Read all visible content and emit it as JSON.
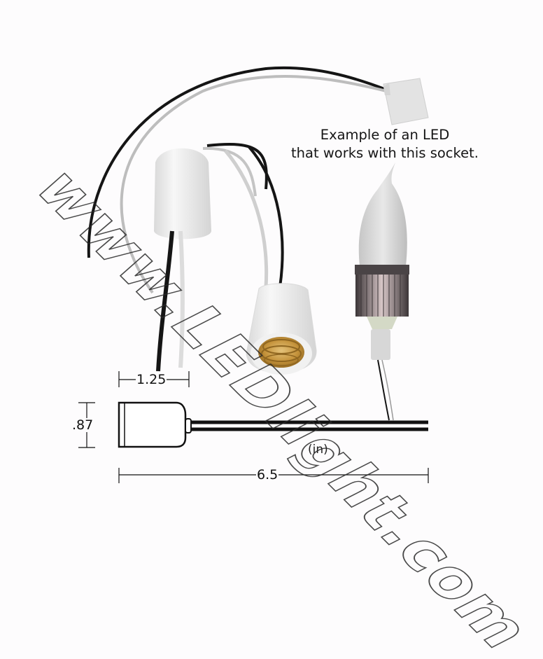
{
  "caption": {
    "line1": "Example of an LED",
    "line2": "that works with this socket."
  },
  "dimensions": {
    "width_label": "1.25",
    "height_label": ".87",
    "length_label": "6.5",
    "units_label": "(in)"
  },
  "watermark": {
    "text": "www.LEDlight.com"
  },
  "colors": {
    "background": "#fdfcfd",
    "wire_black": "#151515",
    "wire_white": "#c8c8c8",
    "socket_white": "#eeeeee",
    "socket_thread_brass": "#c99a3e",
    "led_heatsink": "#8a7a7c",
    "led_bulb_frosted": "#dcdcdc"
  },
  "components": [
    {
      "name": "socket-with-leads-top-right",
      "description": "E12 socket with black and white wires"
    },
    {
      "name": "socket-side-view",
      "description": "white socket, wires exiting bottom"
    },
    {
      "name": "socket-front-view",
      "description": "white socket showing brass threads"
    },
    {
      "name": "led-candle-bulb",
      "description": "flame-tip frosted LED bulb with finned heatsink"
    },
    {
      "name": "dimension-drawing",
      "description": "socket outline with lead wires, dimensioned"
    }
  ]
}
